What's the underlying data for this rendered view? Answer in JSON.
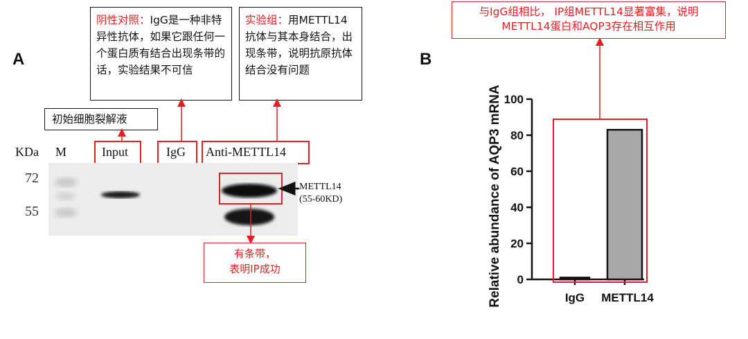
{
  "panel_a": {
    "letter": "A",
    "callout_negative": {
      "red": "阴性对照：",
      "text": "IgG是一种非特异性抗体，如果它跟任何一个蛋白质有结合出现条带的话，实验结果不可信"
    },
    "callout_experiment": {
      "red": "实验组：",
      "text": "用METTL14抗体与其本身结合，出现条带，说明抗原抗体结合没有问题"
    },
    "callout_lysate": "初始细胞裂解液",
    "lane_kda": "KDa",
    "lane_m": "M",
    "lane_input": "Input",
    "lane_igg": "IgG",
    "lane_anti": "Anti-METTL14",
    "mw_72": "72",
    "mw_55": "55",
    "band_label": "METTL14",
    "band_size": "(55-60KD)",
    "note_success": "有条带，\n表明IP成功"
  },
  "panel_b": {
    "letter": "B",
    "conclusion": "与IgG组相比， IP组METTL14显著富集，说明\nMETTL14蛋白和AQP3存在相互作用"
  },
  "colors": {
    "red": "#e02020",
    "bar_fill": "#a8a8a8",
    "bar_edge": "#111111"
  },
  "chart_data": {
    "type": "bar",
    "categories": [
      "IgG",
      "METTL14"
    ],
    "values": [
      1,
      83
    ],
    "ylabel": "Relative abundance of AQP3 mRNA",
    "ylim": [
      0,
      100
    ],
    "yticks": [
      0,
      20,
      40,
      60,
      80,
      100
    ],
    "grid": false,
    "legend": "none"
  }
}
